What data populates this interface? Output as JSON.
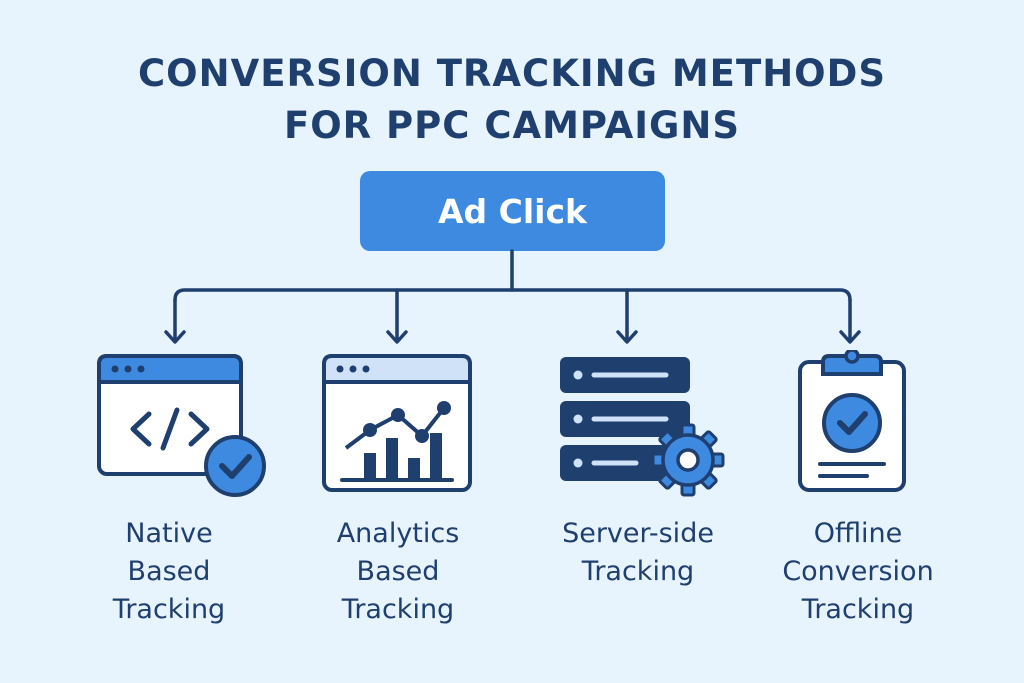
{
  "title": {
    "line1": "CONVERSION TRACKING METHODS",
    "line2": "FOR PPC CAMPAIGNS"
  },
  "root": {
    "label": "Ad Click"
  },
  "methods": [
    {
      "icon": "code-window-check-icon",
      "lines": [
        "Native",
        "Based",
        "Tracking"
      ]
    },
    {
      "icon": "analytics-chart-window-icon",
      "lines": [
        "Analytics",
        "Based",
        "Tracking"
      ]
    },
    {
      "icon": "server-gear-icon",
      "lines": [
        "Server-side",
        "Tracking"
      ]
    },
    {
      "icon": "clipboard-check-icon",
      "lines": [
        "Offline",
        "Conversion",
        "Tracking"
      ]
    }
  ],
  "colors": {
    "background": "#e8f4fd",
    "navy": "#1f3f6e",
    "accent_blue": "#3d8ae0",
    "light_blue": "#cfe2f8"
  }
}
